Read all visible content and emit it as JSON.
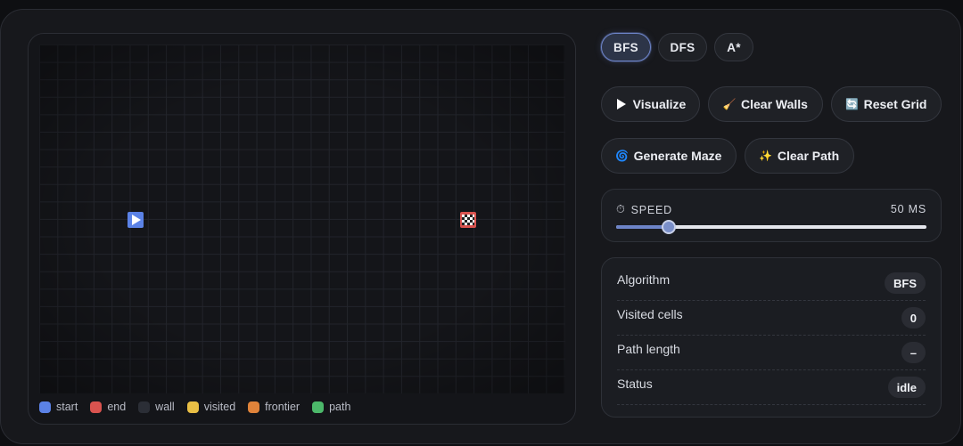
{
  "legend": [
    {
      "label": "start",
      "color": "#5b82e6"
    },
    {
      "label": "end",
      "color": "#d9534f"
    },
    {
      "label": "wall",
      "color": "#2b2e36"
    },
    {
      "label": "visited",
      "color": "#e9bf45"
    },
    {
      "label": "frontier",
      "color": "#e0833a"
    },
    {
      "label": "path",
      "color": "#4cb86a"
    }
  ],
  "algorithms": {
    "bfs": "BFS",
    "dfs": "DFS",
    "astar": "A*",
    "selected": "BFS"
  },
  "buttons": {
    "visualize": "Visualize",
    "clear_walls": "Clear Walls",
    "reset_grid": "Reset Grid",
    "generate_maze": "Generate Maze",
    "clear_path": "Clear Path"
  },
  "icons": {
    "visualize": "play-icon",
    "clear_walls": "broom-icon",
    "reset_grid": "refresh-icon",
    "generate_maze": "spiral-icon",
    "clear_path": "sparkles-icon",
    "speed": "stopwatch-icon"
  },
  "speed": {
    "label": "SPEED",
    "value_text": "50 MS",
    "fraction": 0.17
  },
  "stats": {
    "algorithm_label": "Algorithm",
    "algorithm_value": "BFS",
    "visited_label": "Visited cells",
    "visited_value": "0",
    "path_label": "Path length",
    "path_value": "–",
    "status_label": "Status",
    "status_value": "idle"
  },
  "colors": {
    "accent": "#6d84c8",
    "start": "#5b82e6",
    "end": "#d9534f"
  }
}
